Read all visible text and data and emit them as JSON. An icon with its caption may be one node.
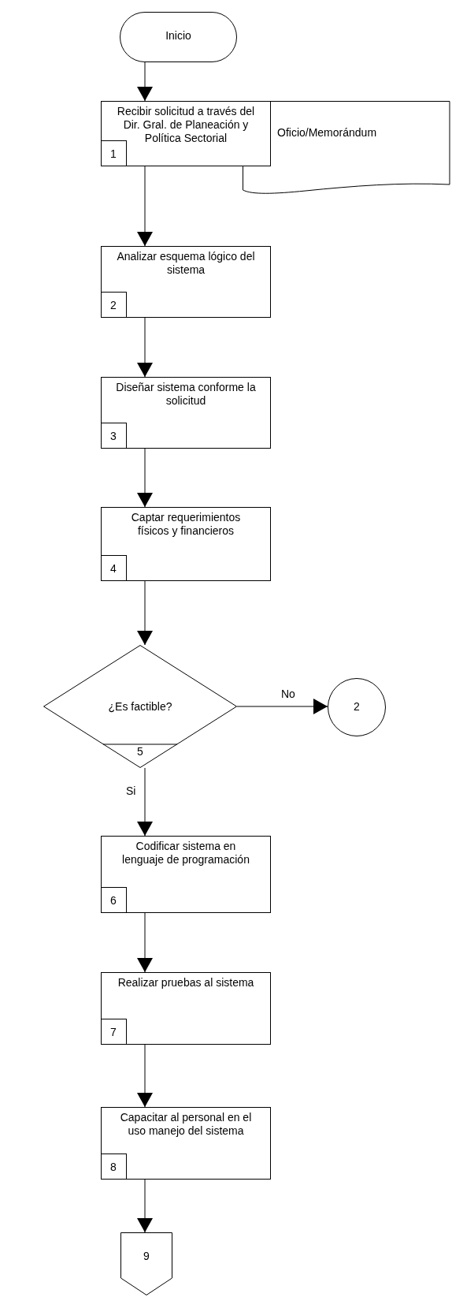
{
  "diagram": {
    "nodes": [
      {
        "text": [
          "Inicio"
        ]
      },
      {
        "text": [
          "Recibir solicitud a través del Dir. Gral. de Planeación y Política Sectorial",
          "1"
        ]
      },
      {
        "text": [
          "Oficio/Memorándum"
        ]
      },
      {
        "text": [
          "Analizar esquema lógico del sistema",
          "2"
        ]
      },
      {
        "text": [
          "Diseñar sistema conforme la solicitud",
          "3"
        ]
      },
      {
        "text": [
          "Captar requerimientos físicos y financieros",
          "4"
        ]
      },
      {
        "text": [
          "¿Es factible?",
          "5"
        ]
      },
      {
        "text": [
          "2"
        ]
      },
      {
        "text": [
          "Codificar sistema en lenguaje de programación",
          "6"
        ]
      },
      {
        "text": [
          "Realizar pruebas al sistema",
          "7"
        ]
      },
      {
        "text": [
          "Capacitar al personal en el uso manejo del sistema",
          "8"
        ]
      },
      {
        "text": [
          "9"
        ]
      }
    ],
    "edges": [
      {
        "from": 0,
        "to": 1,
        "arrow": "to"
      },
      {
        "from": 1,
        "to": 3,
        "arrow": "to"
      },
      {
        "from": 3,
        "to": 4,
        "arrow": "to"
      },
      {
        "from": 4,
        "to": 5,
        "arrow": "to"
      },
      {
        "from": 5,
        "to": 6,
        "arrow": "to"
      },
      {
        "from": 6,
        "to": 7,
        "arrow": "to",
        "label": "No"
      },
      {
        "from": 6,
        "to": 8,
        "arrow": "to",
        "label": "Si"
      },
      {
        "from": 8,
        "to": 9,
        "arrow": "to"
      },
      {
        "from": 9,
        "to": 10,
        "arrow": "to"
      },
      {
        "from": 10,
        "to": 11,
        "arrow": "to"
      }
    ]
  }
}
